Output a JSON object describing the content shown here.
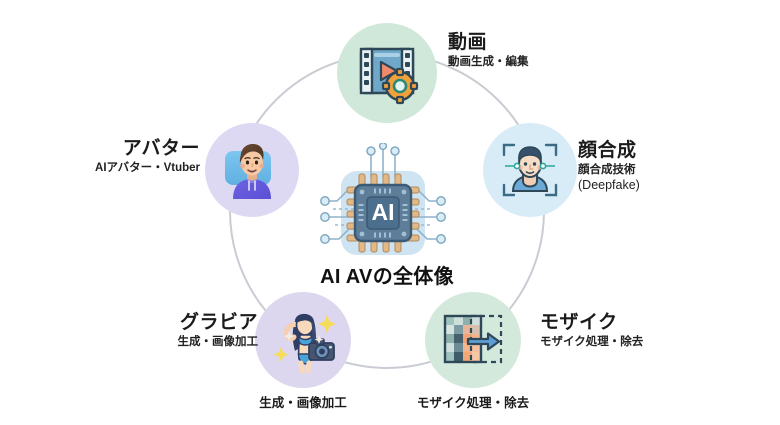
{
  "diagram": {
    "center": {
      "title": "AI AVの全体像",
      "chip_label": "AI",
      "icon": "ai-chip-icon"
    },
    "ring": {
      "color": "#c9ccd3"
    },
    "nodes": [
      {
        "id": "video",
        "title": "動画",
        "subtitle": "動画生成・編集",
        "icon": "video-film-gear-icon",
        "circle_color": "#cfe8d9",
        "label_side": "right"
      },
      {
        "id": "face",
        "title": "顔合成",
        "subtitle": "顔合成技術",
        "subtitle2": "(Deepfake)",
        "icon": "face-scan-icon",
        "circle_color": "#d8ecf8",
        "label_side": "right"
      },
      {
        "id": "mosaic",
        "title": "モザイク",
        "subtitle": "モザイク処理・除去",
        "caption": "モザイク処理・除去",
        "icon": "mosaic-arrow-icon",
        "circle_color": "#d3e9dc",
        "label_side": "right"
      },
      {
        "id": "gravure",
        "title": "グラビア",
        "subtitle": "生成・画像加工",
        "caption": "生成・画像加工",
        "icon": "gravure-camera-icon",
        "circle_color": "#ddd6ef",
        "label_side": "left"
      },
      {
        "id": "avatar",
        "title": "アバター",
        "subtitle": "AIアバター・Vtuber",
        "icon": "avatar-person-icon",
        "circle_color": "#ded9f3",
        "label_side": "left"
      }
    ]
  }
}
